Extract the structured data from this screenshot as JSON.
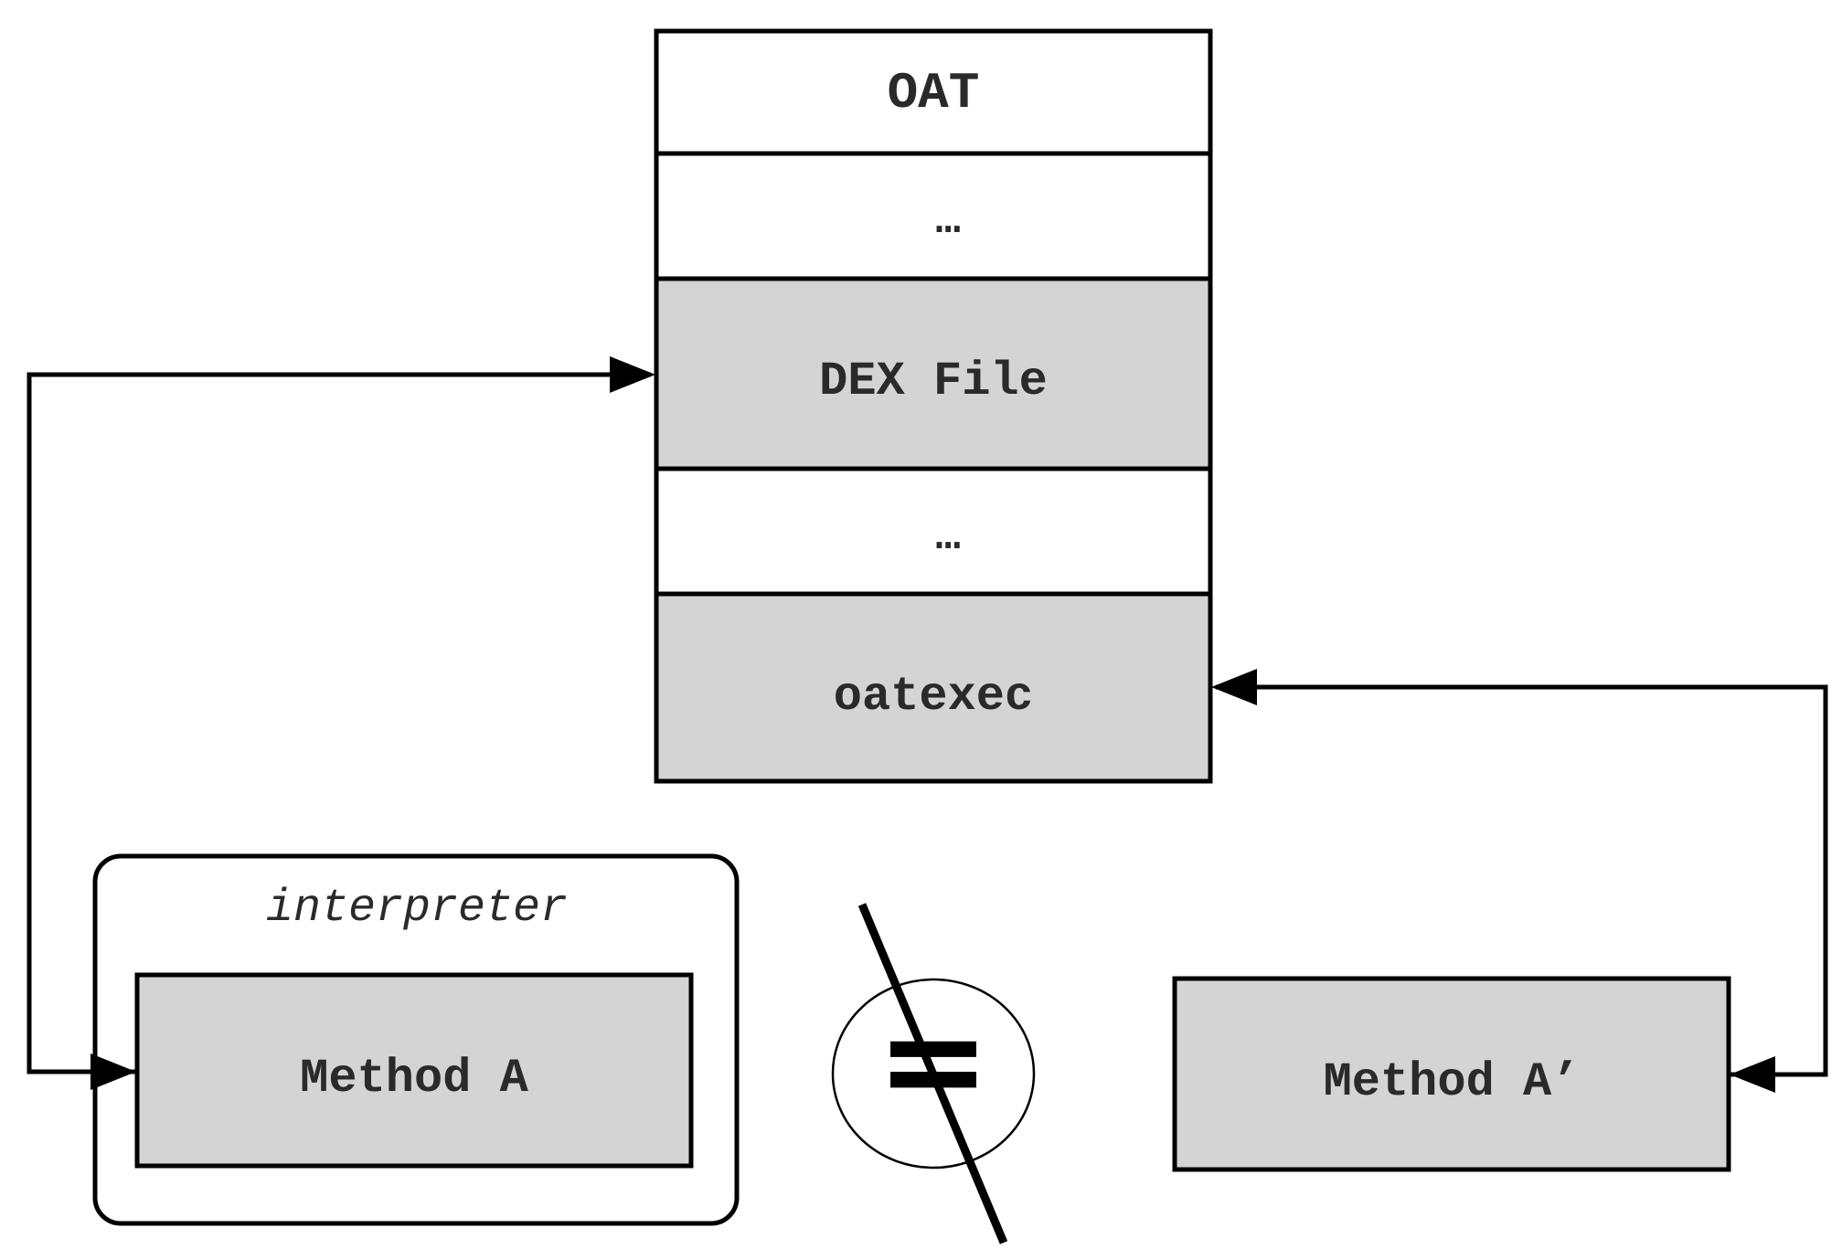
{
  "oat_stack": {
    "header": "OAT",
    "sections": [
      {
        "label": "…",
        "shaded": false
      },
      {
        "label": "DEX File",
        "shaded": true
      },
      {
        "label": "…",
        "shaded": false
      },
      {
        "label": "oatexec",
        "shaded": true
      }
    ]
  },
  "interpreter": {
    "title": "interpreter",
    "method": "Method A"
  },
  "compiled_method": "Method A’",
  "relation_symbol": "=",
  "colors": {
    "shaded_fill": "#d4d4d4",
    "stroke": "#000000",
    "background": "#ffffff"
  }
}
